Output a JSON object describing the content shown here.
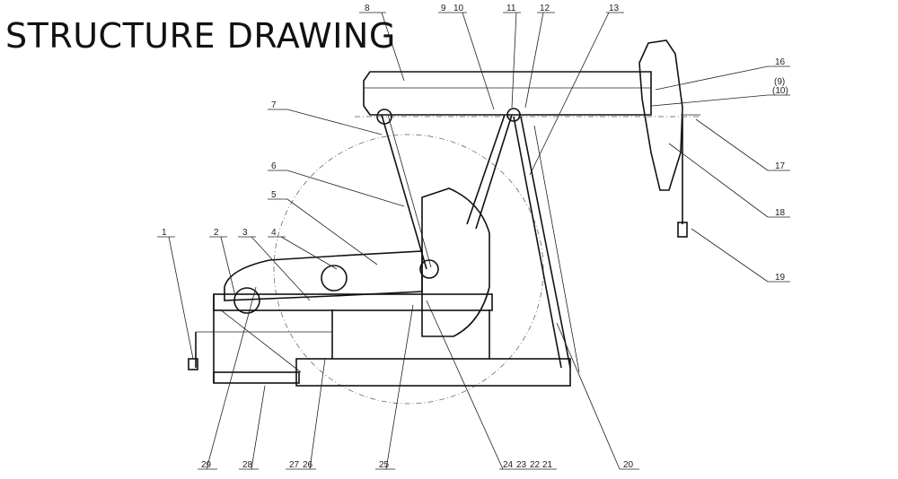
{
  "title": "STRUCTURE DRAWING",
  "callouts": {
    "c1": "1",
    "c2": "2",
    "c3": "3",
    "c4": "4",
    "c5": "5",
    "c6": "6",
    "c7": "7",
    "c8": "8",
    "c9": "9",
    "c10": "10",
    "c11": "11",
    "c12": "12",
    "c13": "13",
    "c16": "16",
    "c9p": "(9)",
    "c10p": "(10)",
    "c17": "17",
    "c18": "18",
    "c19": "19",
    "c20": "20",
    "c24": "24",
    "c23": "23",
    "c22": "22",
    "c21": "21",
    "c25": "25",
    "c27": "27",
    "c26": "26",
    "c28": "28",
    "c29": "29"
  }
}
